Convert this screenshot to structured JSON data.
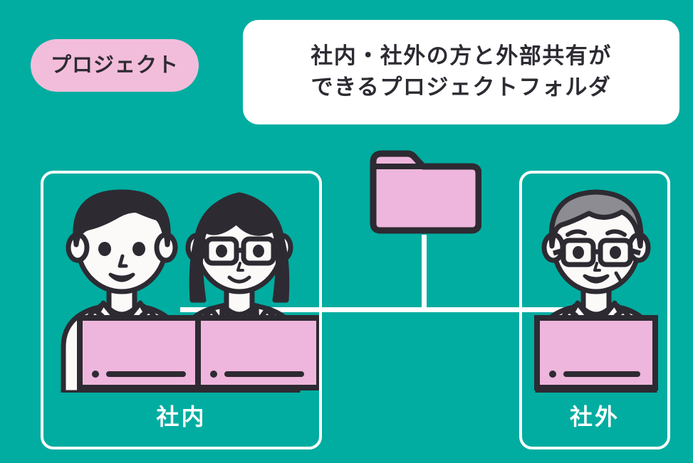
{
  "colors": {
    "background_teal": "#00ada0",
    "badge_pink": "#f2bdda",
    "folder_pink": "#eeb6dc",
    "laptop_pink": "#eeb6dc",
    "outline_dark": "#2d2a32",
    "card_white": "#ffffff",
    "tie_green": "#4ca195",
    "hair_dark": "#2d2a32",
    "hair_gray": "#8c8c92",
    "skin_white": "#fbfaf8"
  },
  "header": {
    "badge_label": "プロジェクト",
    "card_line1": "社内・社外の方と外部共有が",
    "card_line2": "できるプロジェクトフォルダ"
  },
  "folder": {
    "icon_name": "folder-icon"
  },
  "groups": [
    {
      "id": "internal",
      "label": "社内",
      "people": [
        {
          "role": "male-employee",
          "hair": "dark",
          "glasses": false,
          "tie": true
        },
        {
          "role": "female-employee",
          "hair": "dark",
          "glasses": true,
          "tie": false
        }
      ]
    },
    {
      "id": "external",
      "label": "社外",
      "people": [
        {
          "role": "senior-male-partner",
          "hair": "gray",
          "glasses": true,
          "tie": true
        }
      ]
    }
  ]
}
